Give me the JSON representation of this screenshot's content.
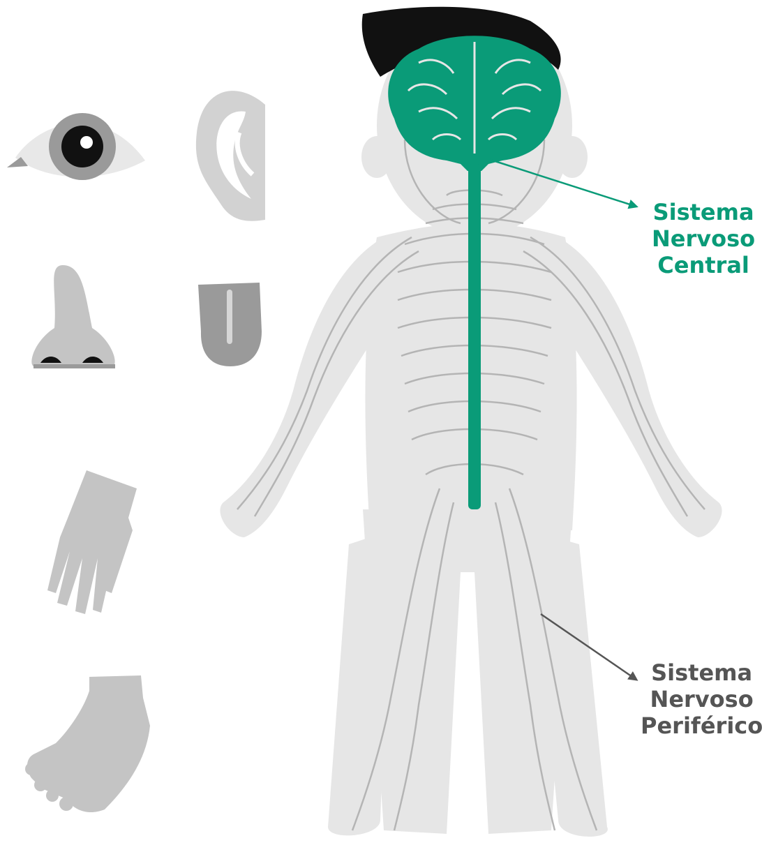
{
  "colors": {
    "central": "#0a9b78",
    "peripheral": "#555555",
    "body": "#e6e6e6",
    "nerve": "#b4b4b4",
    "organ": "#c8c8c8",
    "hair": "#111111"
  },
  "labels": {
    "central": [
      "Sistema",
      "Nervoso",
      "Central"
    ],
    "peripheral": [
      "Sistema",
      "Nervoso",
      "Periférico"
    ]
  },
  "icons": [
    "eye-icon",
    "ear-icon",
    "nose-icon",
    "tongue-icon",
    "hand-icon",
    "foot-icon"
  ]
}
